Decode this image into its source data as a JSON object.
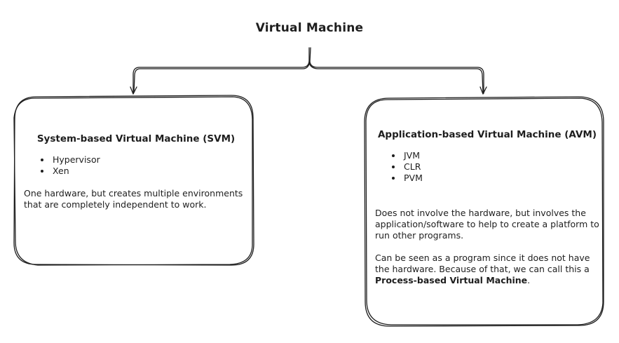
{
  "diagram": {
    "title": "Virtual Machine",
    "svm": {
      "heading": "System-based Virtual Machine (SVM)",
      "items": [
        "Hypervisor",
        "Xen"
      ],
      "description": "One hardware, but creates multiple environments that are completely independent to work."
    },
    "avm": {
      "heading": "Application-based Virtual Machine (AVM)",
      "items": [
        "JVM",
        "CLR",
        "PVM"
      ],
      "description": "Does not involve the hardware, but involves the application/software to help to create a platform to run other programs.",
      "note_prefix": "Can be seen as a program since it does not have the hardware. Because of that, we can call this a ",
      "note_bold": "Process-based Virtual Machine",
      "note_suffix": "."
    }
  },
  "colors": {
    "stroke": "#1e1e1e",
    "background": "#ffffff",
    "text": "#1e1e1e"
  }
}
